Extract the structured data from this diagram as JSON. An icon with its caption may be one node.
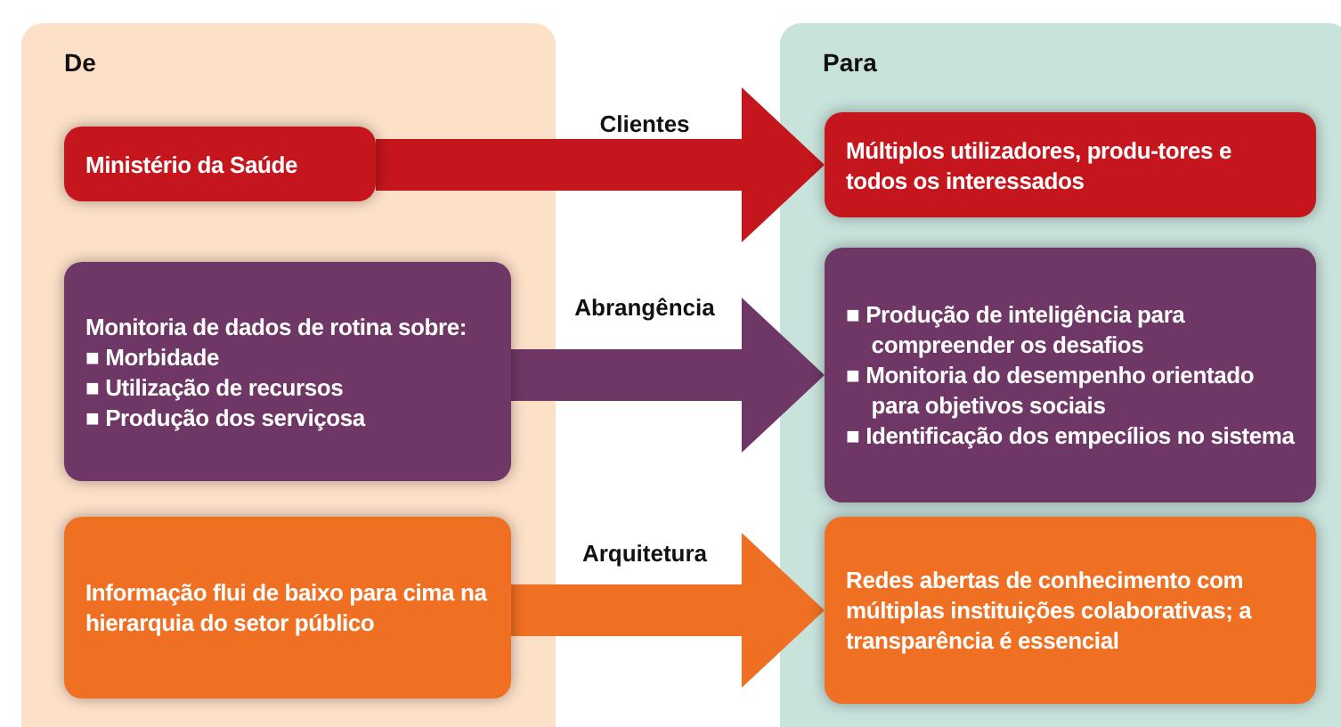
{
  "diagram": {
    "nodes": [
      {
        "text": [
          "De"
        ]
      },
      {
        "text": [
          "Ministério da Saúde"
        ],
        "in": 0
      },
      {
        "text": [
          "Monitoria de dados de rotina sobre:",
          "■ Morbidade",
          "■ Utilização de recursos",
          "■  Produção dos serviçosa"
        ],
        "in": 0
      },
      {
        "text": [
          "Informação flui de baixo para cima na hierarquia do setor público"
        ],
        "in": 0
      },
      {
        "text": [
          "Para"
        ]
      },
      {
        "text": [
          "Múltiplos utilizadores, produ-tores e todos os interessados"
        ],
        "in": 4
      },
      {
        "text": [
          "■ Produção de inteligência para compreender os desafios",
          "■ Monitoria do desempenho orientado para objetivos sociais",
          "■ Identificação dos empecílios no sistema"
        ],
        "in": 4
      },
      {
        "text": [
          "Redes abertas de conhecimento com múltiplas instituições colaborativas; a transparência é essencial"
        ],
        "in": 4
      }
    ],
    "edges": [
      {
        "from": 1,
        "to": 5,
        "arrow": "to",
        "label": "Clientes",
        "style": "thick",
        "color": "#c4161c"
      },
      {
        "from": 2,
        "to": 6,
        "arrow": "to",
        "label": "Abrangência",
        "style": "thick",
        "color": "#6e3765"
      },
      {
        "from": 3,
        "to": 7,
        "arrow": "to",
        "label": "Arquitetura",
        "style": "thick",
        "color": "#f07023"
      }
    ]
  }
}
